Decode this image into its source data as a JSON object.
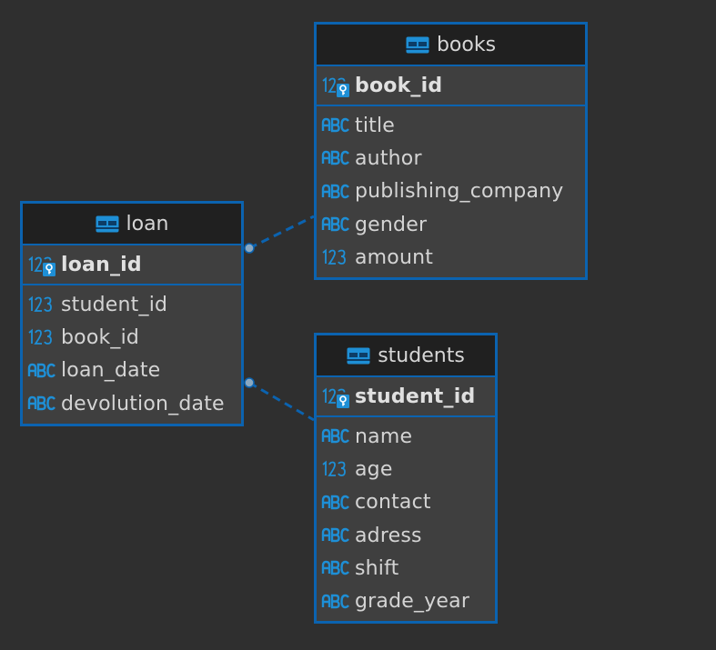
{
  "diagram": {
    "entities": {
      "books": {
        "name": "books",
        "primary_key": {
          "name": "book_id",
          "type_icon": "numeric-key-icon"
        },
        "columns": [
          {
            "name": "title",
            "type_icon": "text-abc-icon"
          },
          {
            "name": "author",
            "type_icon": "text-abc-icon"
          },
          {
            "name": "publishing_company",
            "type_icon": "text-abc-icon"
          },
          {
            "name": "gender",
            "type_icon": "text-abc-icon"
          },
          {
            "name": "amount",
            "type_icon": "numeric-123-icon"
          }
        ]
      },
      "loan": {
        "name": "loan",
        "primary_key": {
          "name": "loan_id",
          "type_icon": "numeric-key-icon"
        },
        "columns": [
          {
            "name": "student_id",
            "type_icon": "numeric-123-icon"
          },
          {
            "name": "book_id",
            "type_icon": "numeric-123-icon"
          },
          {
            "name": "loan_date",
            "type_icon": "text-abc-icon"
          },
          {
            "name": "devolution_date",
            "type_icon": "text-abc-icon"
          }
        ]
      },
      "students": {
        "name": "students",
        "primary_key": {
          "name": "student_id",
          "type_icon": "numeric-key-icon"
        },
        "columns": [
          {
            "name": "name",
            "type_icon": "text-abc-icon"
          },
          {
            "name": "age",
            "type_icon": "numeric-123-icon"
          },
          {
            "name": "contact",
            "type_icon": "text-abc-icon"
          },
          {
            "name": "adress",
            "type_icon": "text-abc-icon"
          },
          {
            "name": "shift",
            "type_icon": "text-abc-icon"
          },
          {
            "name": "grade_year",
            "type_icon": "text-abc-icon"
          }
        ]
      }
    },
    "relationships": [
      {
        "from": "loan",
        "to": "books",
        "style": "dashed"
      },
      {
        "from": "loan",
        "to": "students",
        "style": "dashed"
      }
    ],
    "colors": {
      "background": "#2f2f2f",
      "entity_border": "#0b63b0",
      "header_background": "#202020",
      "body_background": "#3f3f3f",
      "icon_accent": "#1e8fd6",
      "connector": "#0b63b0"
    }
  }
}
